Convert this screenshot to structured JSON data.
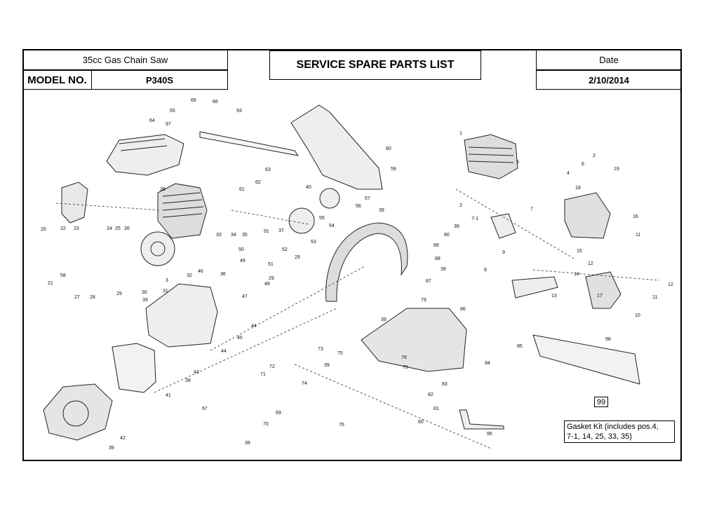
{
  "header": {
    "product_name": "35cc Gas Chain Saw",
    "model_label": "MODEL NO.",
    "model_value": "P340S",
    "sheet_title": "SERVICE SPARE PARTS LIST",
    "date_label": "Date",
    "date_value": "2/10/2014"
  },
  "gasket_kit": {
    "badge": "99",
    "line1": "Gasket Kit (includes pos.4,",
    "line2": "7-1, 14, 25, 33, 35)"
  },
  "part_callouts": [
    "1",
    "2",
    "3",
    "4",
    "5",
    "6",
    "7",
    "7-1",
    "8",
    "9",
    "10",
    "11",
    "12",
    "13",
    "14",
    "15",
    "16",
    "17",
    "18",
    "19",
    "20",
    "21",
    "22",
    "23",
    "24",
    "25",
    "26",
    "27",
    "28",
    "29",
    "30",
    "31",
    "32",
    "33",
    "34",
    "35",
    "36",
    "37",
    "38",
    "39",
    "40",
    "41",
    "42",
    "43",
    "44",
    "45",
    "46",
    "47",
    "48",
    "49",
    "50",
    "51",
    "52",
    "53",
    "54",
    "55",
    "56",
    "57",
    "58",
    "59",
    "60",
    "61",
    "62",
    "63",
    "64",
    "65",
    "66",
    "67",
    "68",
    "69",
    "70",
    "71",
    "72",
    "73",
    "74",
    "75",
    "76",
    "78",
    "79",
    "80",
    "81",
    "82",
    "83",
    "84",
    "85",
    "86",
    "87",
    "88",
    "89",
    "90",
    "91",
    "93",
    "95",
    "97",
    "98"
  ]
}
